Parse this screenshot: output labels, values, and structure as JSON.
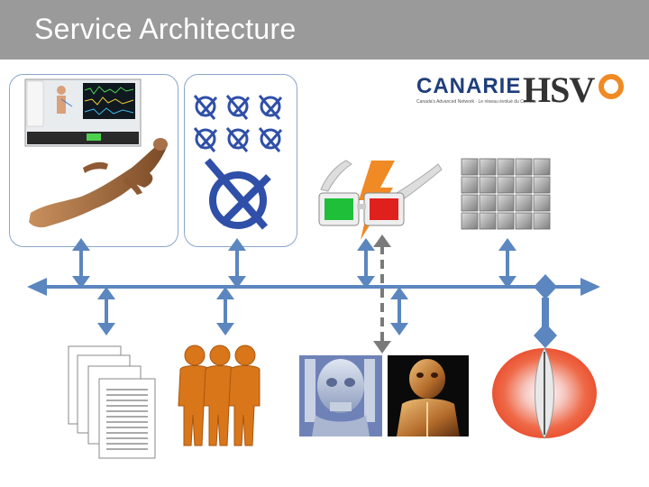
{
  "slide": {
    "title": "Service Architecture"
  },
  "logos": {
    "canarie": "CANARIE",
    "canarie_tagline": "Canada's Advanced Network · Le réseau évolué du Canada",
    "hsvo_prefix": "HSV"
  },
  "colors": {
    "title_bar": "#9a9a9a",
    "bus": "#5b86bf",
    "connector": "#5b86bf",
    "hsvo_ring": "#f08a24",
    "people": "#d9761a",
    "anaglyph_left": "#1fbf3a",
    "anaglyph_right": "#e0201c",
    "lightning": "#f08a24"
  },
  "icons": [
    "patient-simulator-screen",
    "human-body-model",
    "network-node-logos",
    "anaglyph-3d-glasses",
    "lightning-bolt",
    "compute-cluster",
    "document-stack",
    "people-group",
    "ct-skull-render",
    "ct-torso-render",
    "lens-visualization"
  ]
}
